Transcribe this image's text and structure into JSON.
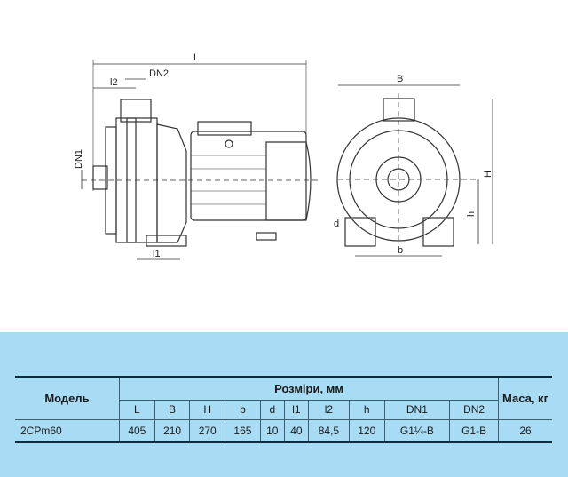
{
  "drawing": {
    "side_labels": {
      "L": "L",
      "DN2": "DN2",
      "l2": "l2",
      "DN1": "DN1",
      "l1": "l1"
    },
    "front_labels": {
      "B": "B",
      "H": "H",
      "h": "h",
      "d": "d",
      "b": "b"
    }
  },
  "table": {
    "model_header": "Модель",
    "dimensions_header": "Розміри, мм",
    "mass_header": "Маса, кг",
    "columns": [
      "L",
      "B",
      "H",
      "b",
      "d",
      "l1",
      "l2",
      "h",
      "DN1",
      "DN2"
    ],
    "rows": [
      {
        "model": "2CPm60",
        "values": [
          "405",
          "210",
          "270",
          "165",
          "10",
          "40",
          "84,5",
          "120",
          "G1¼-B",
          "G1-B"
        ],
        "mass": "26"
      }
    ]
  }
}
